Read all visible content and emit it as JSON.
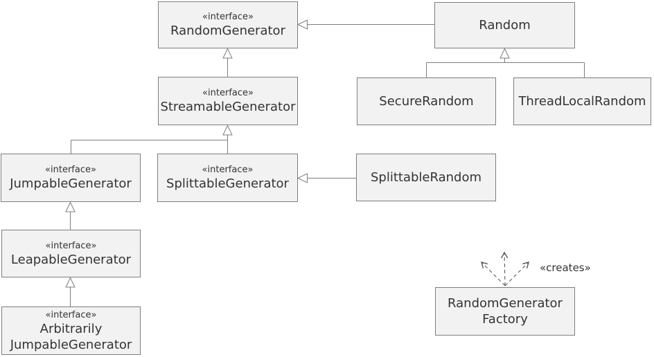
{
  "nodes": {
    "random_generator": {
      "stereotype": "«interface»",
      "name": "RandomGenerator"
    },
    "random": {
      "name": "Random"
    },
    "secure_random": {
      "name": "SecureRandom"
    },
    "thread_local_random": {
      "name": "ThreadLocalRandom"
    },
    "streamable_generator": {
      "stereotype": "«interface»",
      "name": "StreamableGenerator"
    },
    "jumpable_generator": {
      "stereotype": "«interface»",
      "name": "JumpableGenerator"
    },
    "splittable_generator": {
      "stereotype": "«interface»",
      "name": "SplittableGenerator"
    },
    "splittable_random": {
      "name": "SplittableRandom"
    },
    "leapable_generator": {
      "stereotype": "«interface»",
      "name": "LeapableGenerator"
    },
    "arbitrarily_jumpable_generator": {
      "stereotype": "«interface»",
      "name_line1": "Arbitrarily",
      "name_line2": "JumpableGenerator"
    },
    "random_generator_factory": {
      "name_line1": "RandomGenerator",
      "name_line2": "Factory"
    }
  },
  "labels": {
    "creates": "«creates»"
  },
  "edges": [
    {
      "from": "Random",
      "to": "RandomGenerator",
      "type": "generalization"
    },
    {
      "from": "SecureRandom",
      "to": "Random",
      "type": "generalization"
    },
    {
      "from": "ThreadLocalRandom",
      "to": "Random",
      "type": "generalization"
    },
    {
      "from": "StreamableGenerator",
      "to": "RandomGenerator",
      "type": "generalization"
    },
    {
      "from": "JumpableGenerator",
      "to": "StreamableGenerator",
      "type": "generalization"
    },
    {
      "from": "SplittableGenerator",
      "to": "StreamableGenerator",
      "type": "generalization"
    },
    {
      "from": "SplittableRandom",
      "to": "SplittableGenerator",
      "type": "generalization"
    },
    {
      "from": "LeapableGenerator",
      "to": "JumpableGenerator",
      "type": "generalization"
    },
    {
      "from": "ArbitrarilyJumpableGenerator",
      "to": "LeapableGenerator",
      "type": "generalization"
    },
    {
      "from": "RandomGeneratorFactory",
      "to": "",
      "type": "creates-dependency",
      "label": "«creates»"
    }
  ],
  "colors": {
    "background": "#ffffff",
    "box_fill": "#f2f2f2",
    "box_border": "#7d7d7d",
    "connector": "#7d7d7d",
    "dashed_arrow": "#555555",
    "text": "#333333"
  }
}
